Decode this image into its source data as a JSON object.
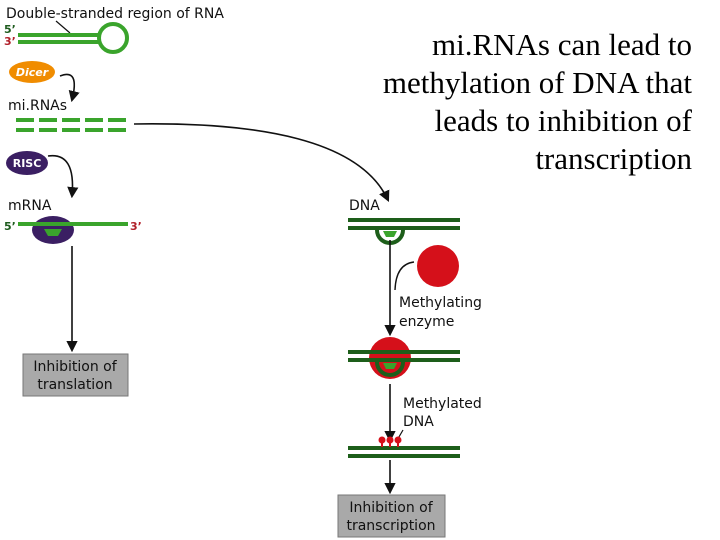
{
  "slide": {
    "title_lines": [
      "mi.RNAs can lead to",
      "methylation of DNA that",
      "leads to inhibition of",
      "transcription"
    ]
  },
  "diagram": {
    "top_label": "Double-stranded region of RNA",
    "strand_5": "5’",
    "strand_3": "3’",
    "dicer": "Dicer",
    "mirnas": "mi.RNAs",
    "risc": "RISC",
    "mrna": "mRNA",
    "mrna_5": "5’",
    "mrna_3": "3’",
    "translation_box": [
      "Inhibition of",
      "translation"
    ],
    "dna": "DNA",
    "methylating_enzyme": [
      "Methylating",
      "enzyme"
    ],
    "methylated_dna": [
      "Methylated",
      "DNA"
    ],
    "transcription_box": [
      "Inhibition of",
      "transcription"
    ]
  },
  "colors": {
    "green_light": "#3aa42c",
    "green_dark": "#1d5e1a",
    "orange": "#f08c00",
    "purple": "#3b1f63",
    "red": "#d5101a",
    "five_prime": "#1e5c1e",
    "three_prime": "#b0202a",
    "box_fill": "#a9a9a9"
  }
}
